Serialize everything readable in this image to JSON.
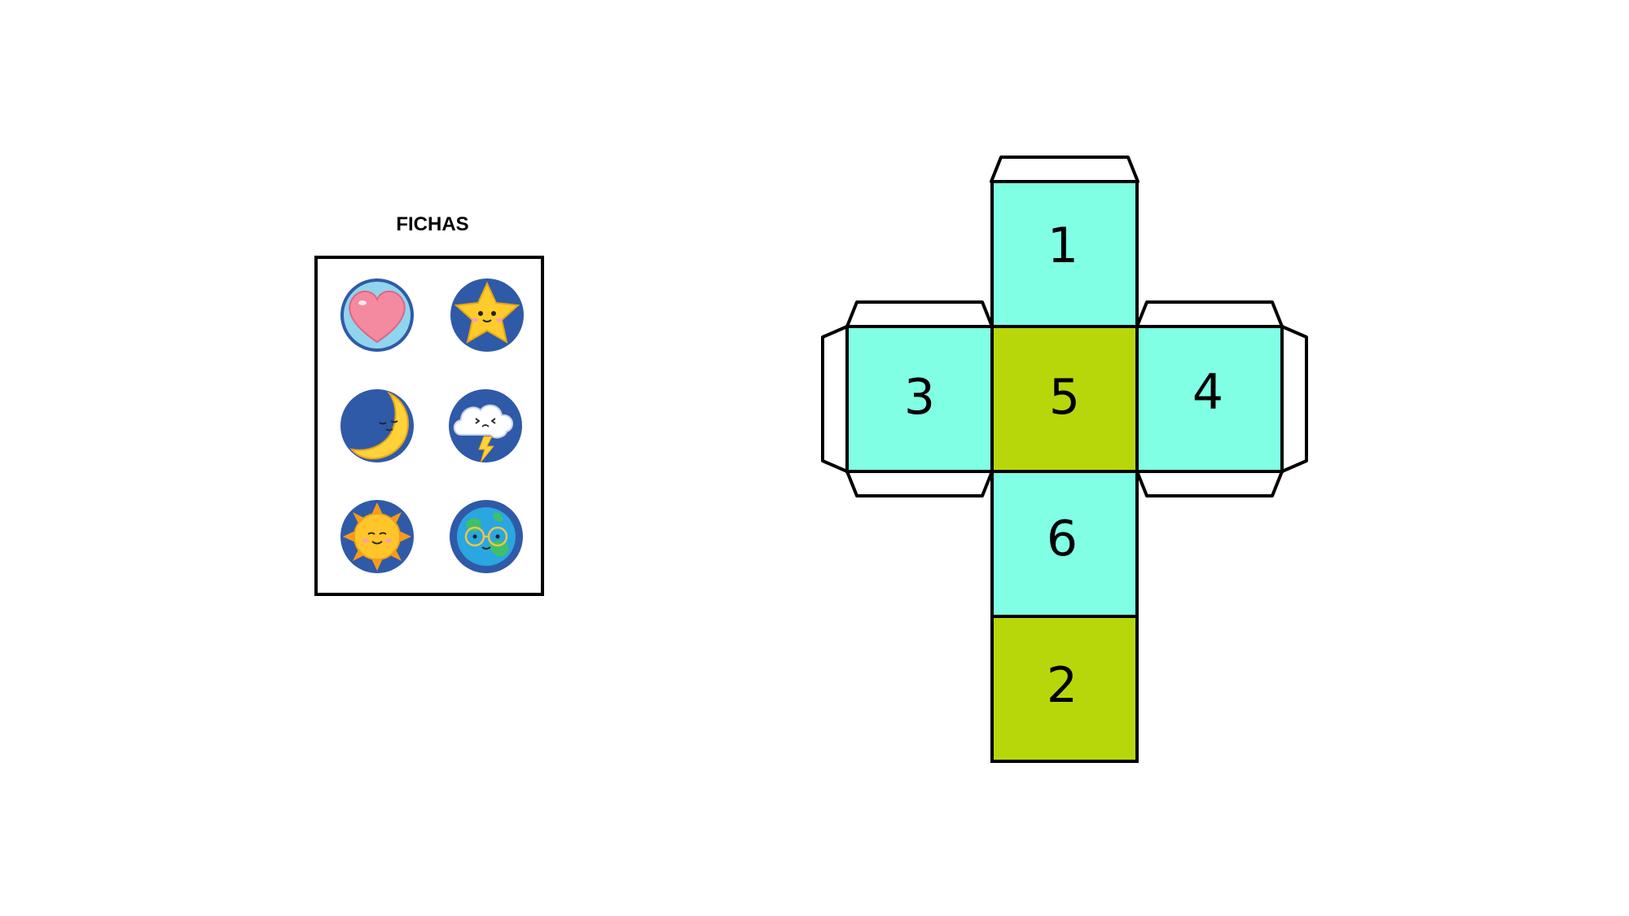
{
  "fichas": {
    "title": "FICHAS",
    "tokens": [
      {
        "icon": "heart-icon"
      },
      {
        "icon": "star-face-icon"
      },
      {
        "icon": "crescent-moon-icon"
      },
      {
        "icon": "storm-cloud-icon"
      },
      {
        "icon": "sun-face-icon"
      },
      {
        "icon": "earth-glasses-icon"
      }
    ]
  },
  "net": {
    "faces": {
      "top": "1",
      "left": "3",
      "center": "5",
      "right": "4",
      "below": "6",
      "bottom": "2"
    },
    "colors": {
      "aqua": "#80ffe5",
      "lime": "#b8d70a",
      "token_bg": "#2f5aa8"
    }
  }
}
